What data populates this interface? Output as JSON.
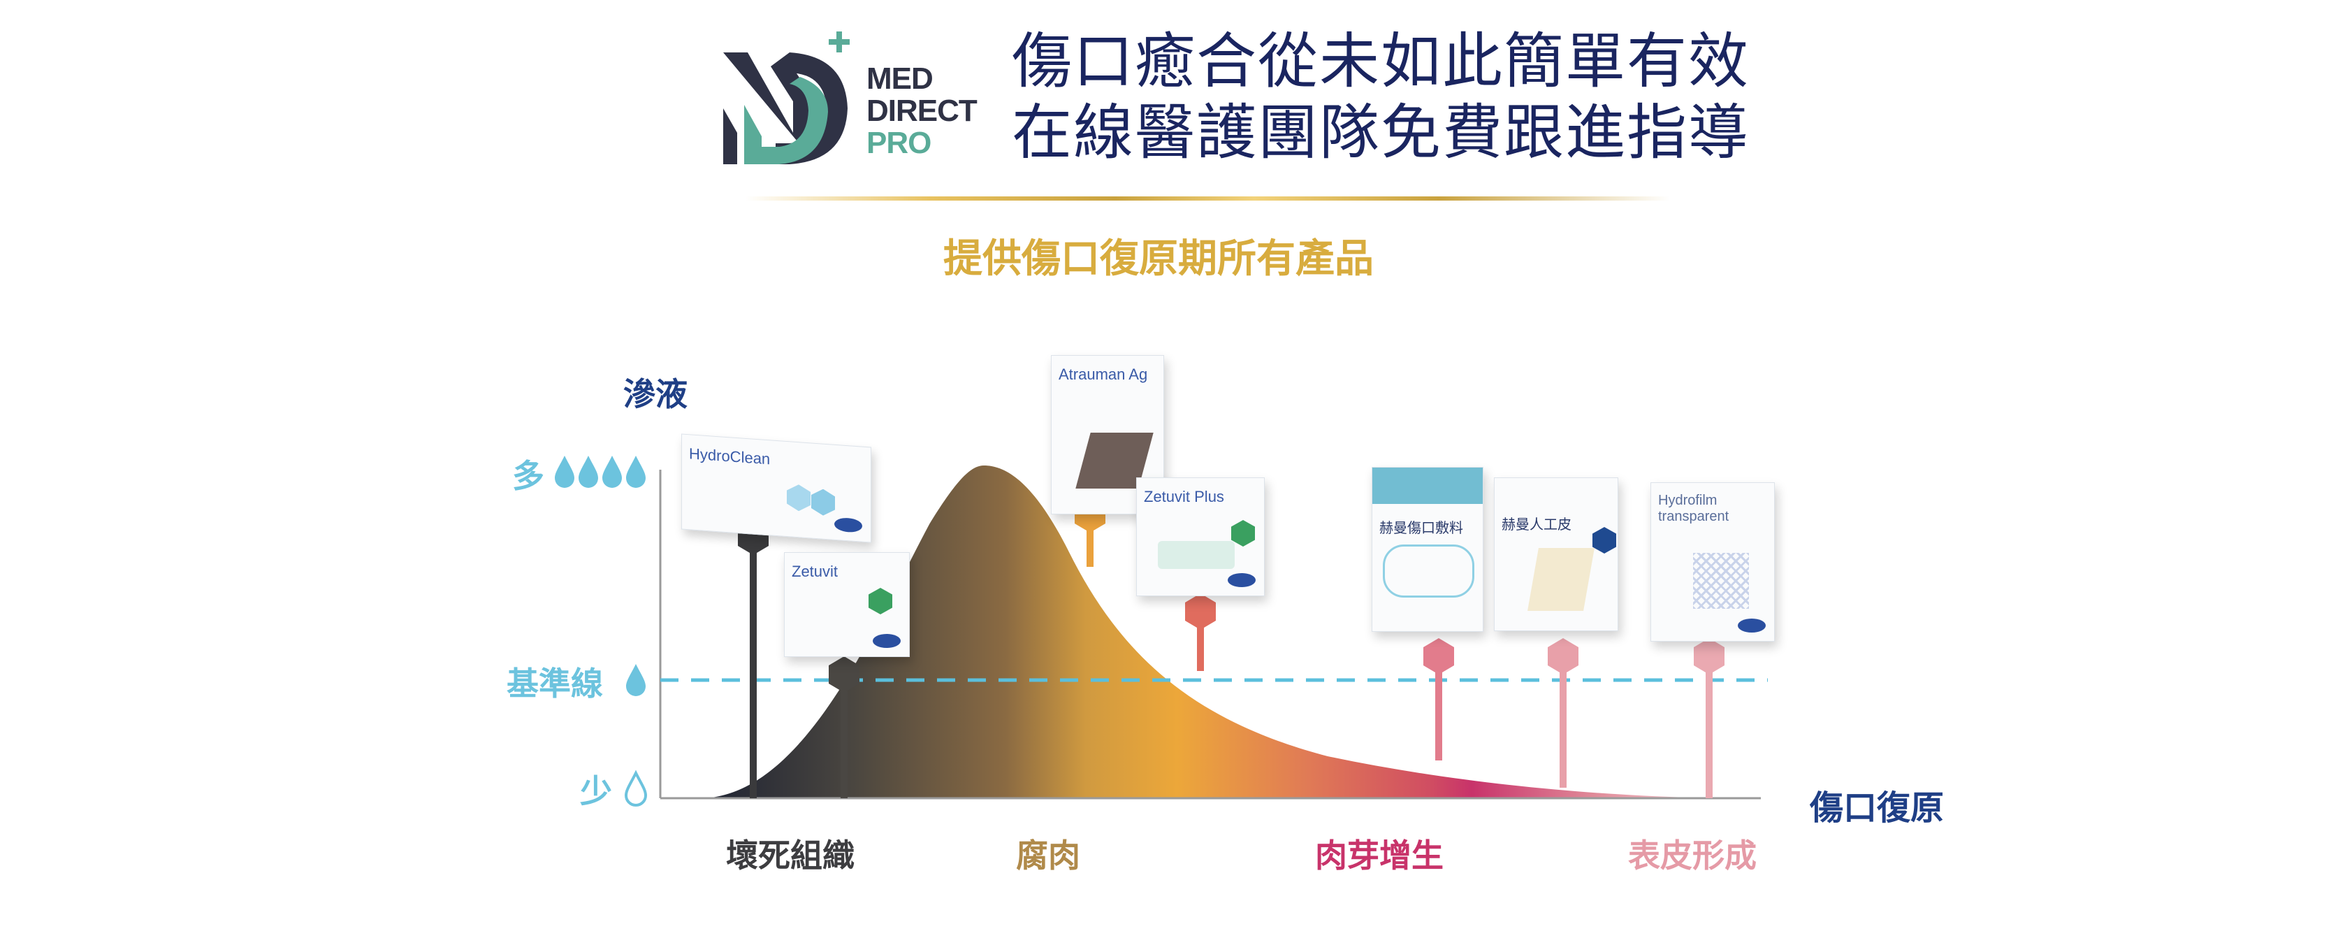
{
  "logo": {
    "line1": "MED",
    "line2": "DIRECT",
    "line3": "PRO"
  },
  "header": {
    "title_line1": "傷口癒合從未如此簡單有效",
    "title_line2": "在線醫護團隊免費跟進指導",
    "subtitle": "提供傷口復原期所有產品"
  },
  "chart": {
    "y_axis_title": "滲液",
    "y_levels": [
      {
        "label": "多",
        "icon": "filled-drop-icon x4"
      },
      {
        "label": "基準線",
        "icon": "filled-drop-icon"
      },
      {
        "label": "少",
        "icon": "outline-drop-icon"
      }
    ],
    "x_axis_title": "傷口復原",
    "stages": [
      {
        "label": "壞死組織",
        "color": "#3d3d40"
      },
      {
        "label": "腐肉",
        "color": "#b08a4a"
      },
      {
        "label": "肉芽增生",
        "color": "#c8336a"
      },
      {
        "label": "表皮形成",
        "color": "#e59aa6"
      }
    ],
    "colors": {
      "axis": "#9a9a9a",
      "baseline": "#5bbfdc",
      "drop": "#6cc3de"
    }
  },
  "products": [
    {
      "name": "HydroClean",
      "stem_color": "#3a3a3c"
    },
    {
      "name": "Zetuvit",
      "stem_color": "#4a4743"
    },
    {
      "name": "Atrauman Ag",
      "stem_color": "#eaa13c"
    },
    {
      "name": "Zetuvit Plus",
      "stem_color": "#e06c5e"
    },
    {
      "name": "赫曼傷口敷料",
      "stem_color": "#e27c8c"
    },
    {
      "name": "赫曼人工皮",
      "stem_color": "#e8a0a9"
    },
    {
      "name": "Hydrofilm transparent",
      "stem_color": "#eaa9b1"
    }
  ]
}
